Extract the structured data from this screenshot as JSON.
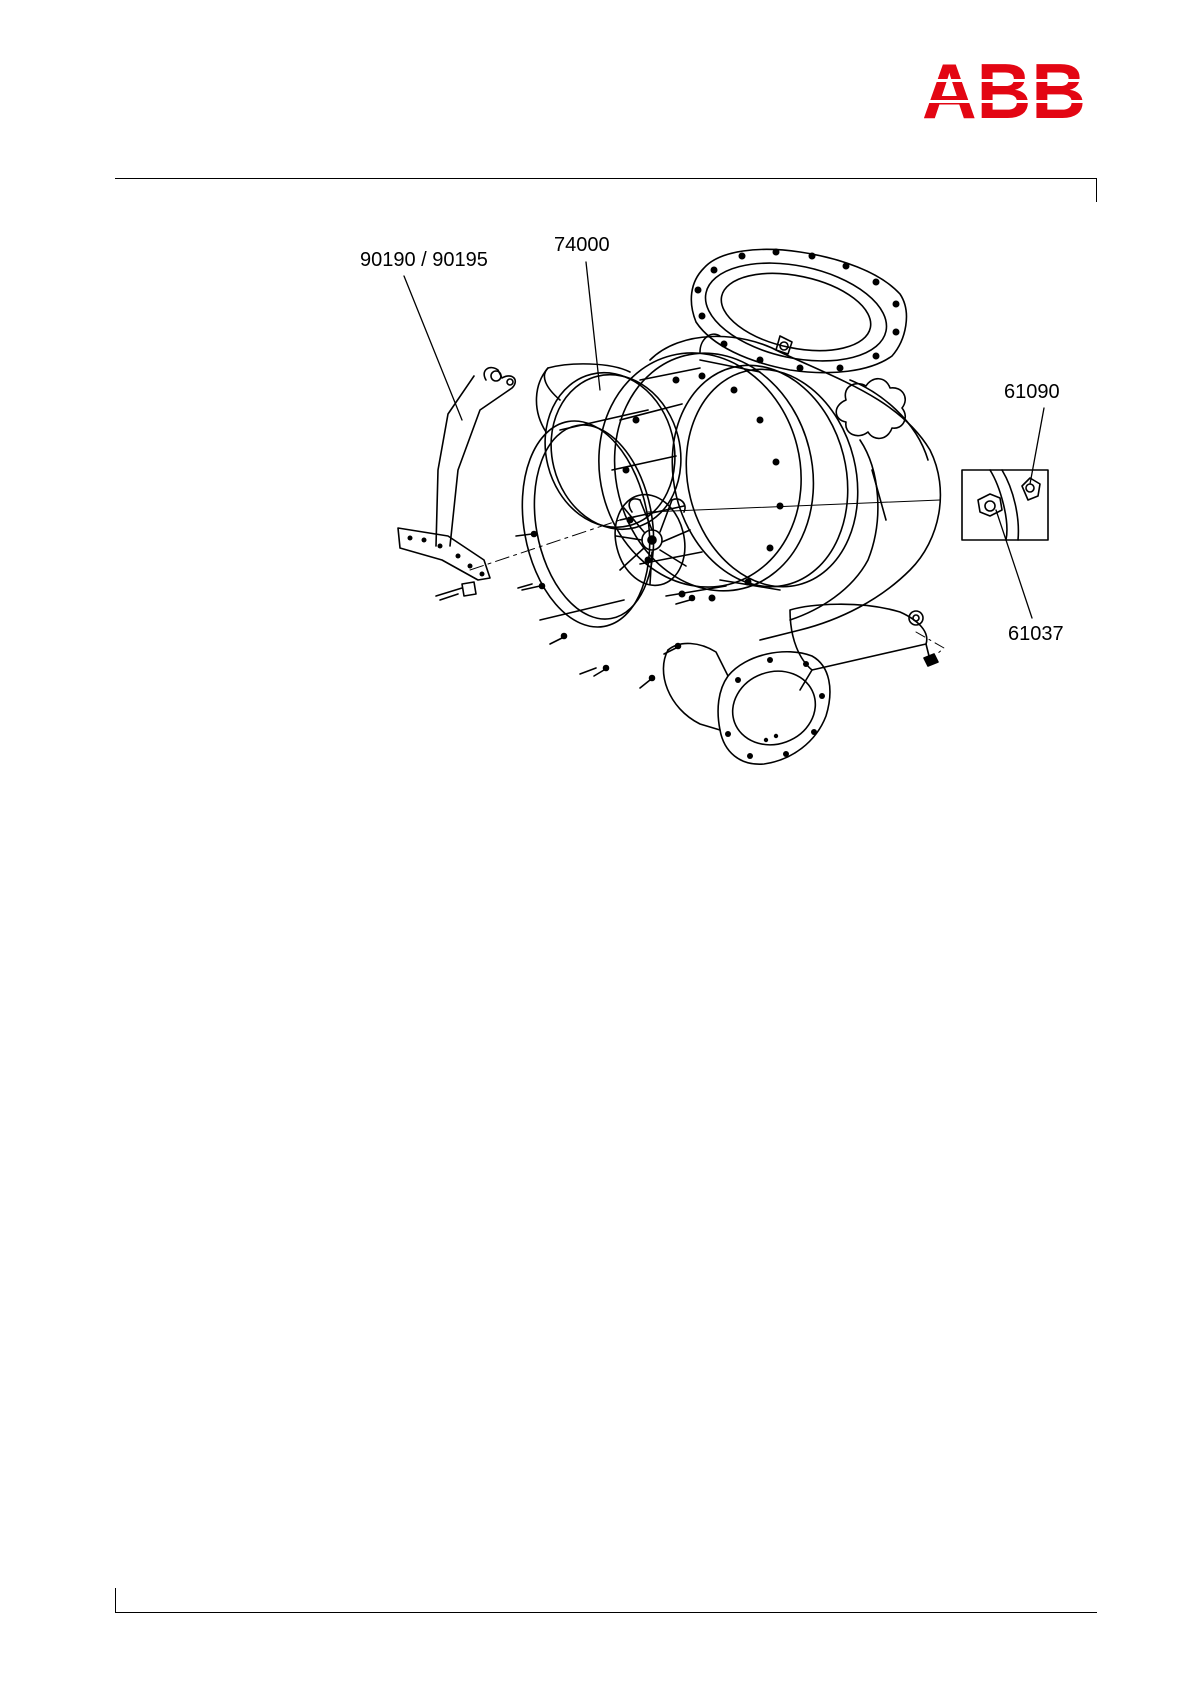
{
  "header": {
    "logo_text": "ABB",
    "logo_color": "#e30613"
  },
  "figure": {
    "callouts": [
      {
        "id": "callout-90190",
        "text": "90190 / 90195"
      },
      {
        "id": "callout-74000",
        "text": "74000"
      },
      {
        "id": "callout-61090",
        "text": "61090"
      },
      {
        "id": "callout-61037",
        "text": "61037"
      }
    ]
  }
}
